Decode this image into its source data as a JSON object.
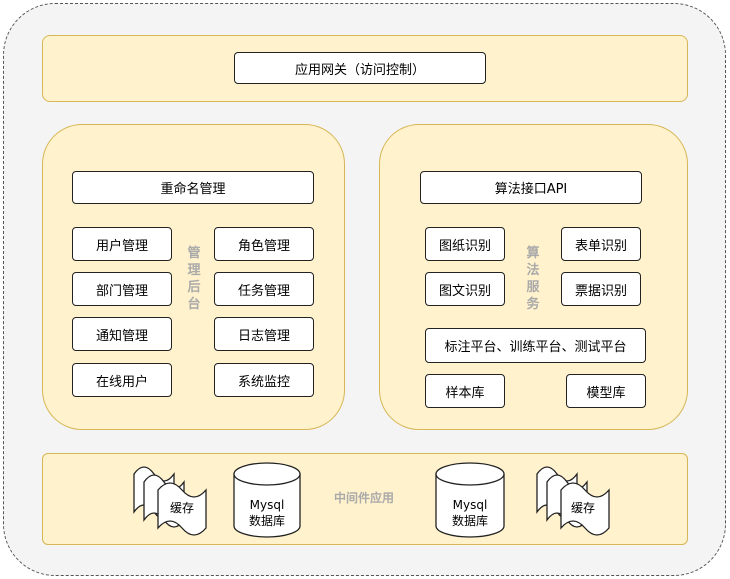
{
  "gateway": {
    "label": "应用网关（访问控制）"
  },
  "admin": {
    "title": "重命名管理",
    "side_label": "管理后台",
    "items": [
      "用户管理",
      "角色管理",
      "部门管理",
      "任务管理",
      "通知管理",
      "日志管理",
      "在线用户",
      "系统监控"
    ]
  },
  "algo": {
    "title": "算法接口API",
    "side_label": "算法服务",
    "items": [
      "图纸识别",
      "表单识别",
      "图文识别",
      "票据识别"
    ],
    "platform": "标注平台、训练平台、测试平台",
    "sample_lib": "样本库",
    "model_lib": "模型库"
  },
  "middleware": {
    "label": "中间件应用",
    "cache_left": "缓存",
    "db_left": [
      "Mysql",
      "数据库"
    ],
    "db_right": [
      "Mysql",
      "数据库"
    ],
    "cache_right": "缓存"
  },
  "colors": {
    "panel_fill": "#fff2cc",
    "panel_stroke": "#d6b656",
    "outer_fill": "#f4f4f4"
  }
}
